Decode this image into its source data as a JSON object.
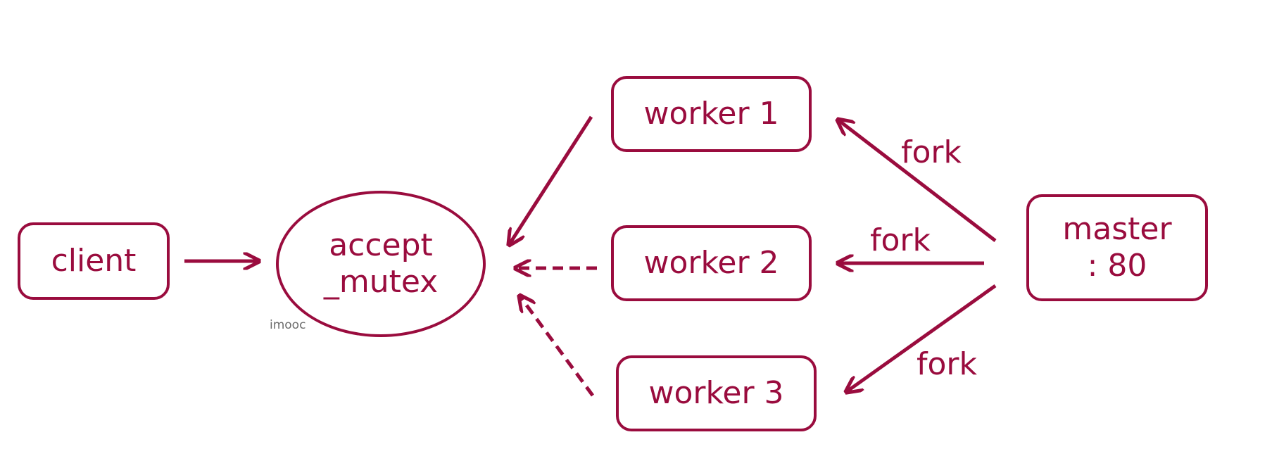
{
  "colors": {
    "primary": "#9a0c3e"
  },
  "nodes": {
    "client": "client",
    "accept": {
      "line1": "accept",
      "line2": "_mutex"
    },
    "worker1": "worker 1",
    "worker2": "worker 2",
    "worker3": "worker 3",
    "master": {
      "line1": "master",
      "line2": ": 80"
    }
  },
  "edge_labels": {
    "fork1": "fork",
    "fork2": "fork",
    "fork3": "fork"
  },
  "caption": "imooc"
}
